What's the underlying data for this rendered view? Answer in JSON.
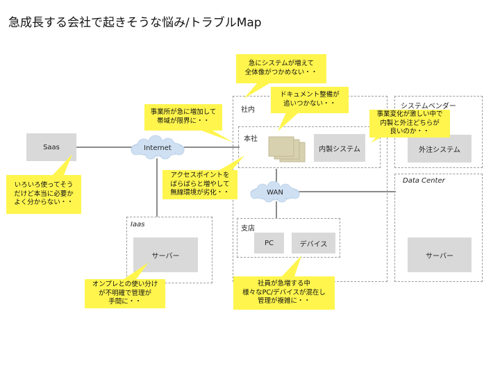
{
  "title": "急成長する会社で起きそうな悩み/トラブルMap",
  "zones": {
    "shanai": "社内",
    "honsha": "本社",
    "shiten": "支店",
    "iaas": "Iaas",
    "vendor": "システムベンダー",
    "datacenter": "Data Center"
  },
  "nodes": {
    "saas": "Saas",
    "internet": "Internet",
    "wan": "WAN",
    "naisei": "内製システム",
    "pc": "PC",
    "device": "デバイス",
    "iaas_server": "サーバー",
    "gaichu": "外注システム",
    "dc_server": "サーバー"
  },
  "notes": {
    "overview": "急にシステムが増えて\n全体像がつかめない・・",
    "docs": "ドキュメント整備が\n追いつかない・・",
    "office": "事業所が急に増加して\n帯域が限界に・・",
    "vendor": "事業変化が激しい中で\n内製と外注どちらが\n良いのか・・",
    "saas": "いろいろ使ってそう\nだけど本当に必要か\nよく分からない・・",
    "ap": "アクセスポイントを\nばらばらと増やして\n無線環境が劣化・・",
    "iaas": "オンプレとの使い分け\nが不明確で管理が\n手間に・・",
    "staff": "社員が急増する中\n様々なPC/デバイスが混在し\n管理が複雑に・・"
  },
  "colors": {
    "note_yellow": "#fff54d",
    "box_gray": "#d9d9d9",
    "doc_tan": "#d8d1b0",
    "cloud_blue": "#cfe0f3",
    "line_gray": "#8a8a8a"
  }
}
